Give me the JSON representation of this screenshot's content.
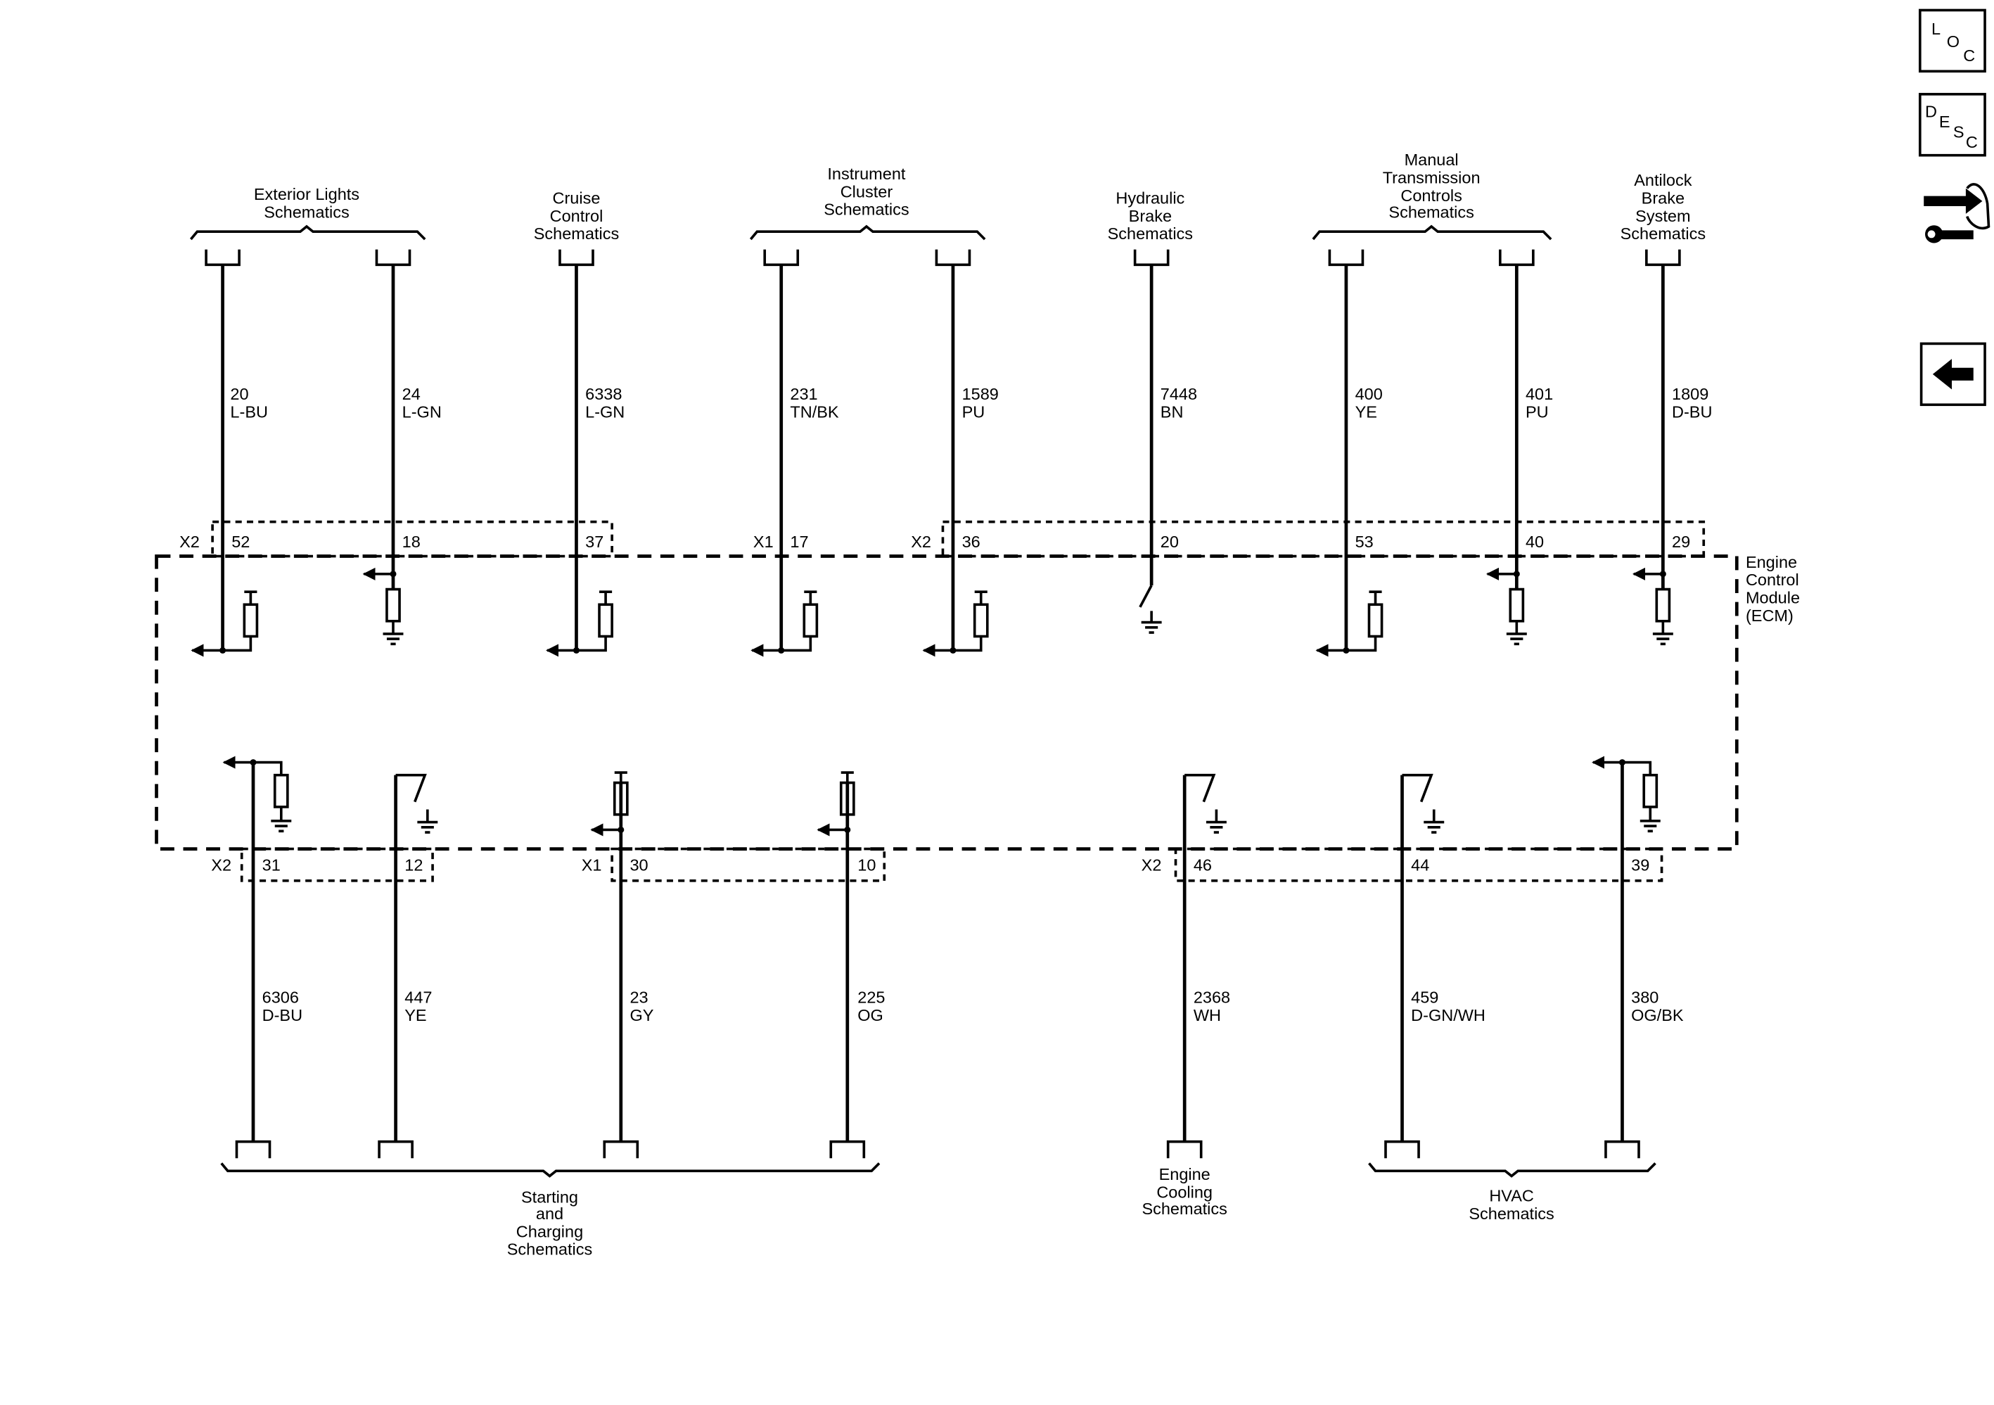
{
  "nav": {
    "loc_letters": [
      "L",
      "O",
      "C"
    ],
    "desc_letters": [
      "D",
      "E",
      "S",
      "C"
    ]
  },
  "module": {
    "lines": [
      "Engine",
      "Control",
      "Module",
      "(ECM)"
    ]
  },
  "schematic_links": {
    "exterior_lights": [
      "Exterior Lights",
      "Schematics"
    ],
    "cruise_control": [
      "Cruise",
      "Control",
      "Schematics"
    ],
    "instrument_cluster": [
      "Instrument",
      "Cluster",
      "Schematics"
    ],
    "hydraulic_brake": [
      "Hydraulic",
      "Brake",
      "Schematics"
    ],
    "manual_transmission": [
      "Manual",
      "Transmission",
      "Controls",
      "Schematics"
    ],
    "antilock_brake": [
      "Antilock",
      "Brake",
      "System",
      "Schematics"
    ],
    "starting_charging": [
      "Starting",
      "and",
      "Charging",
      "Schematics"
    ],
    "engine_cooling": [
      "Engine",
      "Cooling",
      "Schematics"
    ],
    "hvac": [
      "HVAC",
      "Schematics"
    ]
  },
  "connectors": {
    "top": [
      "X2",
      "X1",
      "X2"
    ],
    "bottom": [
      "X2",
      "X1",
      "X2"
    ]
  },
  "top_circuits": [
    {
      "pin": "52",
      "circuit": "20",
      "color": "L-BU"
    },
    {
      "pin": "18",
      "circuit": "24",
      "color": "L-GN"
    },
    {
      "pin": "37",
      "circuit": "6338",
      "color": "L-GN"
    },
    {
      "pin": "17",
      "circuit": "231",
      "color": "TN/BK"
    },
    {
      "pin": "36",
      "circuit": "1589",
      "color": "PU"
    },
    {
      "pin": "20",
      "circuit": "7448",
      "color": "BN"
    },
    {
      "pin": "53",
      "circuit": "400",
      "color": "YE"
    },
    {
      "pin": "40",
      "circuit": "401",
      "color": "PU"
    },
    {
      "pin": "29",
      "circuit": "1809",
      "color": "D-BU"
    }
  ],
  "bottom_circuits": [
    {
      "pin": "31",
      "circuit": "6306",
      "color": "D-BU"
    },
    {
      "pin": "12",
      "circuit": "447",
      "color": "YE"
    },
    {
      "pin": "30",
      "circuit": "23",
      "color": "GY"
    },
    {
      "pin": "10",
      "circuit": "225",
      "color": "OG"
    },
    {
      "pin": "46",
      "circuit": "2368",
      "color": "WH"
    },
    {
      "pin": "44",
      "circuit": "459",
      "color": "D-GN/WH"
    },
    {
      "pin": "39",
      "circuit": "380",
      "color": "OG/BK"
    }
  ]
}
